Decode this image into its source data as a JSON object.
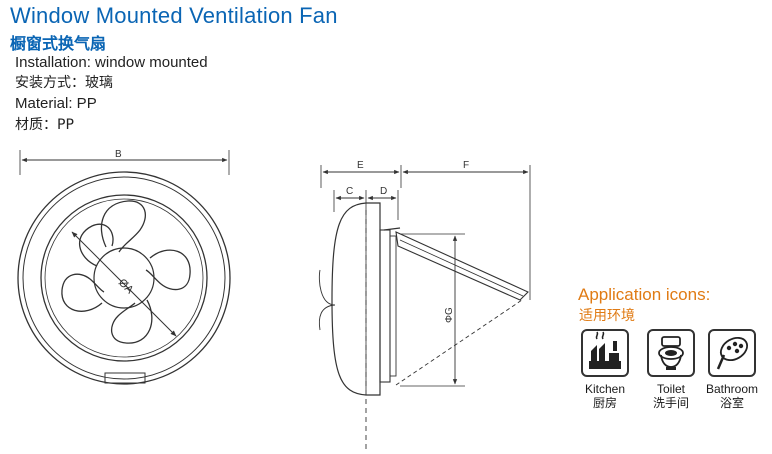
{
  "header": {
    "title": "Window Mounted Ventilation Fan",
    "title_cn": "橱窗式换气扇"
  },
  "specs": {
    "installation": "Installation: window mounted",
    "installation_cn": "安装方式：玻璃",
    "material": "Material: PP",
    "material_cn": "材质：PP"
  },
  "dimensions": {
    "B": "B",
    "A": "ØA",
    "E": "E",
    "C": "C",
    "D": "D",
    "F": "F",
    "G": "ΦG"
  },
  "applications": {
    "title": "Application icons:",
    "title_cn": "适用环境",
    "items": [
      {
        "label": "Kitchen",
        "label_cn": "厨房",
        "icon": "kitchen-icon"
      },
      {
        "label": "Toilet",
        "label_cn": "洗手间",
        "icon": "toilet-icon"
      },
      {
        "label": "Bathroom",
        "label_cn": "浴室",
        "icon": "bathroom-icon"
      }
    ]
  },
  "colors": {
    "title": "#0a65b4",
    "accent": "#e07b14",
    "line": "#333333"
  }
}
